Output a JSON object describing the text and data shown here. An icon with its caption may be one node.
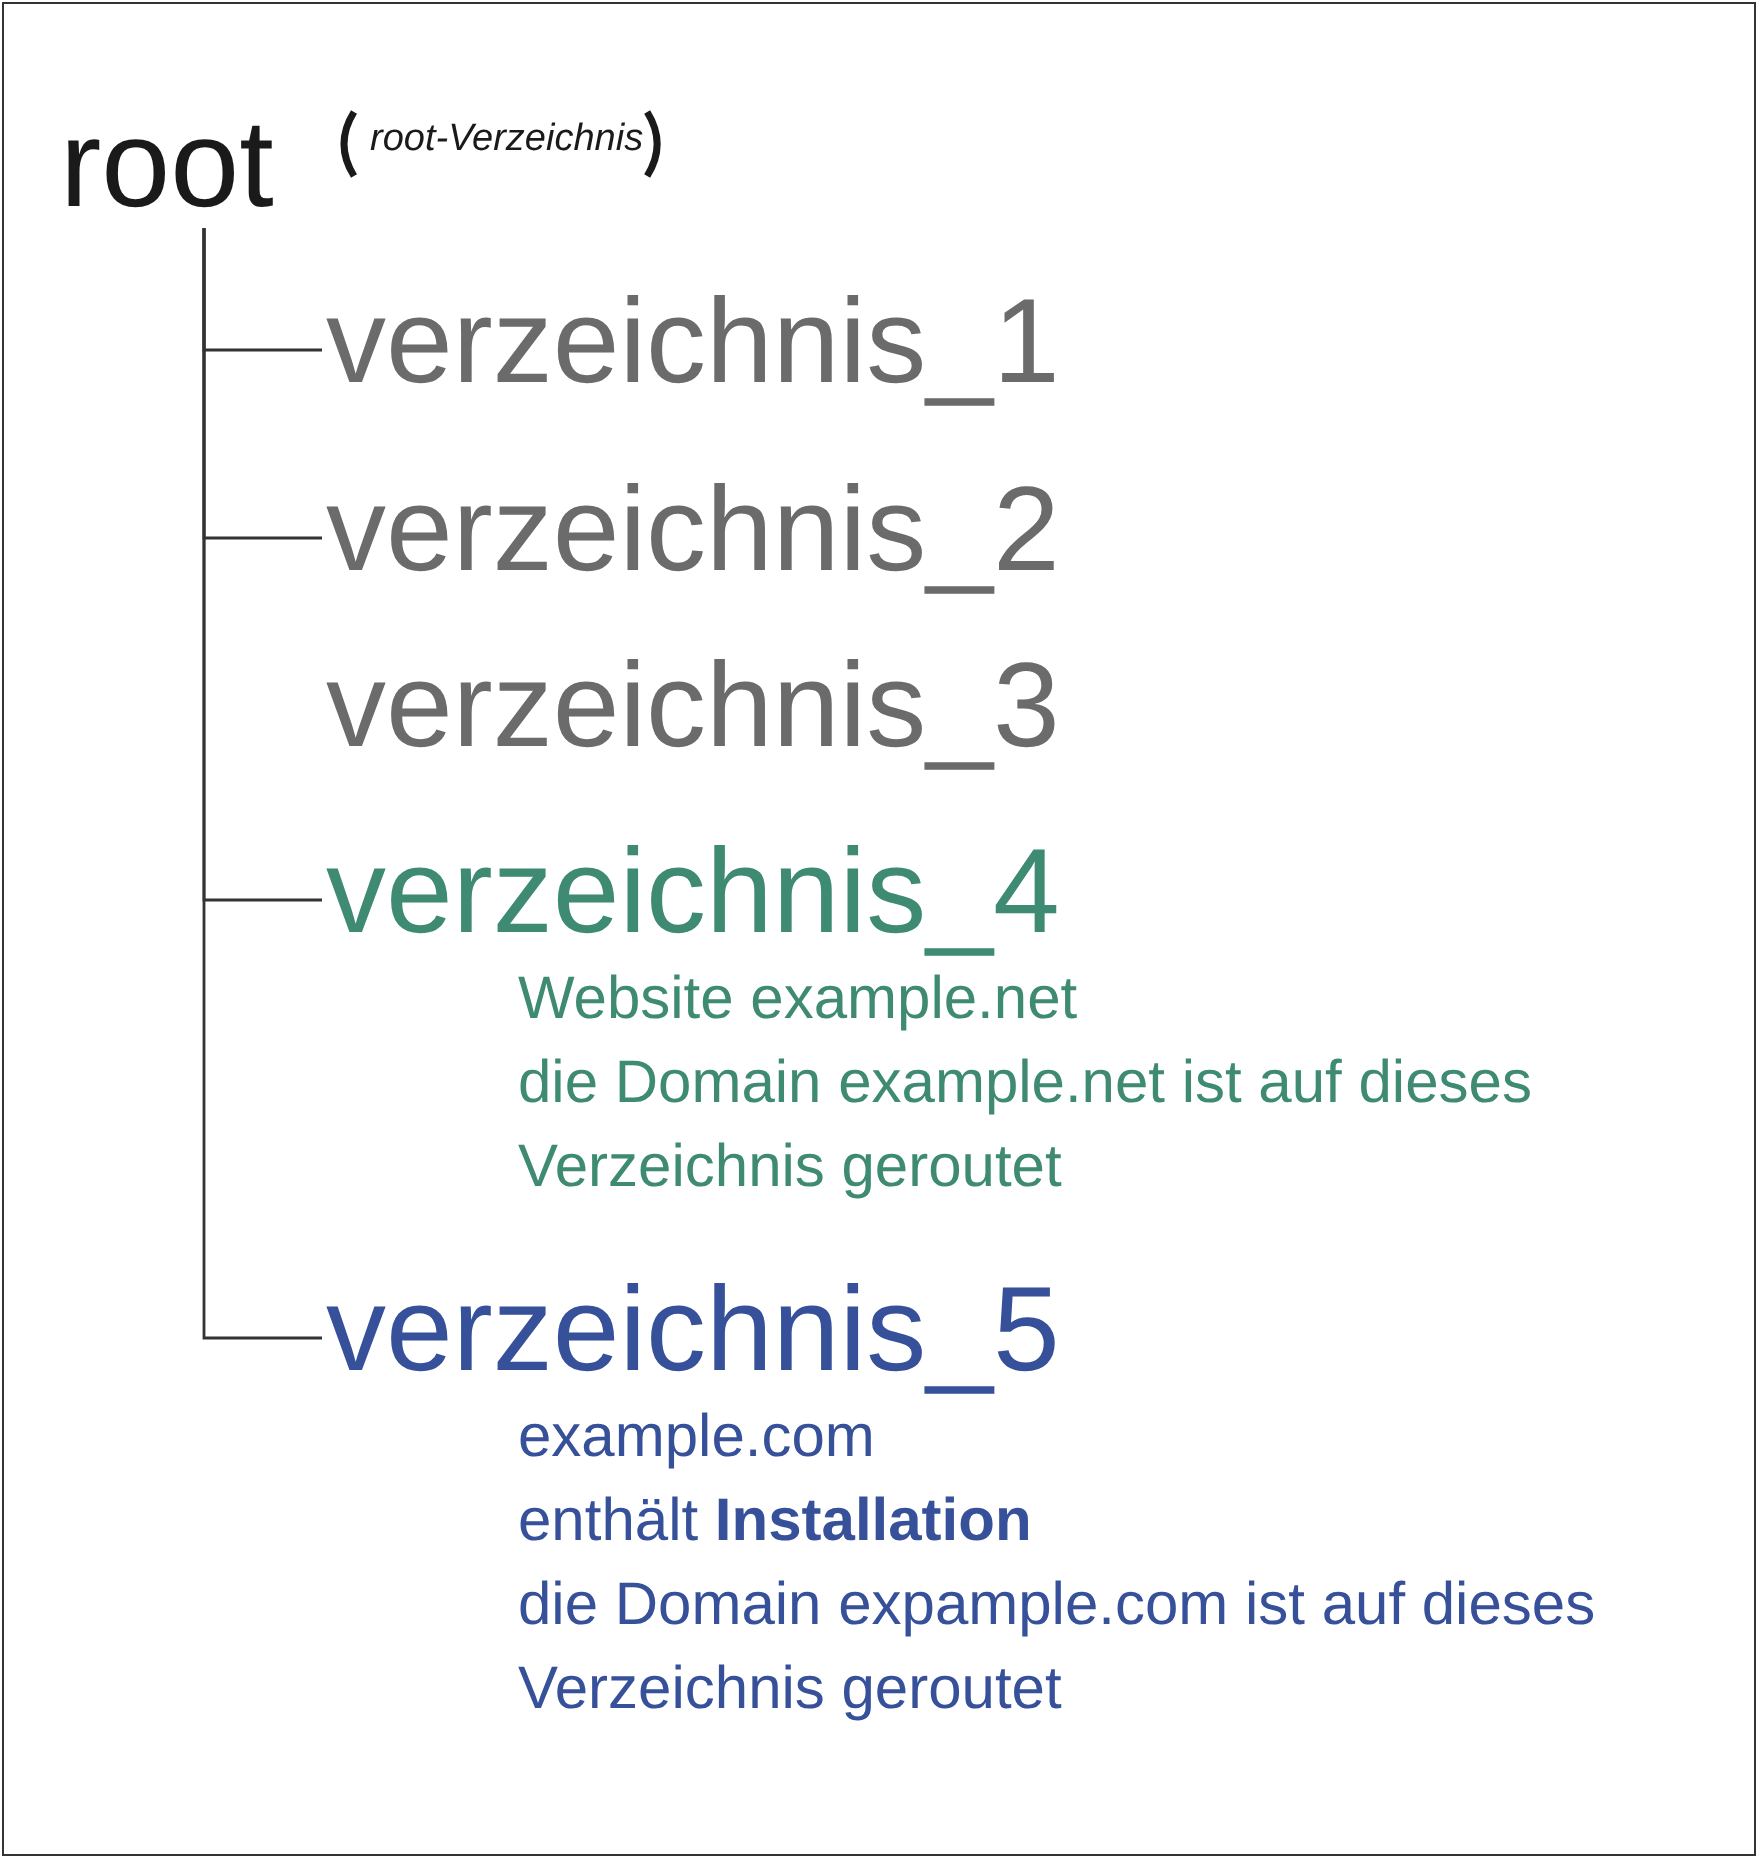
{
  "diagram": {
    "nodes": [
      {
        "text": [
          "root",
          "root-Verzeichnis"
        ]
      },
      {
        "text": [
          "verzeichnis_1"
        ]
      },
      {
        "text": [
          "verzeichnis_2"
        ]
      },
      {
        "text": [
          "verzeichnis_3"
        ]
      },
      {
        "text": [
          "verzeichnis_4",
          "Website example.net",
          "die Domain example.net ist auf dieses Verzeichnis geroutet"
        ]
      },
      {
        "text": [
          "verzeichnis_5",
          "example.com",
          "enthält **Installation**",
          "die Domain expample.com ist auf dieses Verzeichnis geroutet"
        ]
      }
    ],
    "edges": [
      {
        "from": 0,
        "to": 1,
        "arrow": "none"
      },
      {
        "from": 0,
        "to": 2,
        "arrow": "none"
      },
      {
        "from": 0,
        "to": 4,
        "arrow": "none"
      },
      {
        "from": 0,
        "to": 5,
        "arrow": "none"
      }
    ]
  }
}
